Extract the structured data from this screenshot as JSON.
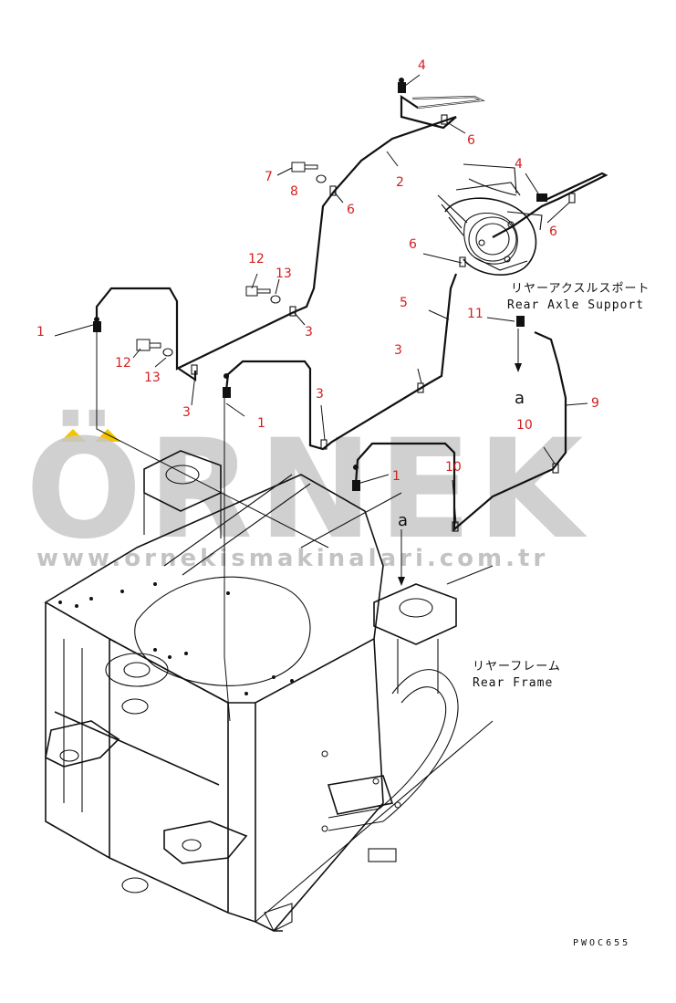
{
  "watermark": {
    "brand": "ÖRNEK",
    "url": "www.ornekismakinalari.com.tr",
    "accent_color": "#f5c400"
  },
  "labels": {
    "rear_axle_support_jp": "リヤーアクスルスポート",
    "rear_axle_support_en": "Rear Axle Support",
    "rear_frame_jp": "リヤーフレーム",
    "rear_frame_en": "Rear Frame",
    "view_ref_top": "a",
    "view_ref_bottom": "a",
    "drawing_number": "PWOC655"
  },
  "callouts": [
    {
      "id": "c4a",
      "text": "4"
    },
    {
      "id": "c6a",
      "text": "6"
    },
    {
      "id": "c2",
      "text": "2"
    },
    {
      "id": "c4b",
      "text": "4"
    },
    {
      "id": "c7",
      "text": "7"
    },
    {
      "id": "c8",
      "text": "8"
    },
    {
      "id": "c6b",
      "text": "6"
    },
    {
      "id": "c6c",
      "text": "6"
    },
    {
      "id": "c6d",
      "text": "6"
    },
    {
      "id": "c12a",
      "text": "12"
    },
    {
      "id": "c13a",
      "text": "13"
    },
    {
      "id": "c5",
      "text": "5"
    },
    {
      "id": "c1a",
      "text": "1"
    },
    {
      "id": "c3a",
      "text": "3"
    },
    {
      "id": "c11",
      "text": "11"
    },
    {
      "id": "c12b",
      "text": "12"
    },
    {
      "id": "c13b",
      "text": "13"
    },
    {
      "id": "c3b",
      "text": "3"
    },
    {
      "id": "c3c",
      "text": "3"
    },
    {
      "id": "c3d",
      "text": "3"
    },
    {
      "id": "c1b",
      "text": "1"
    },
    {
      "id": "c9",
      "text": "9"
    },
    {
      "id": "c10a",
      "text": "10"
    },
    {
      "id": "c10b",
      "text": "10"
    },
    {
      "id": "c1c",
      "text": "1"
    }
  ]
}
